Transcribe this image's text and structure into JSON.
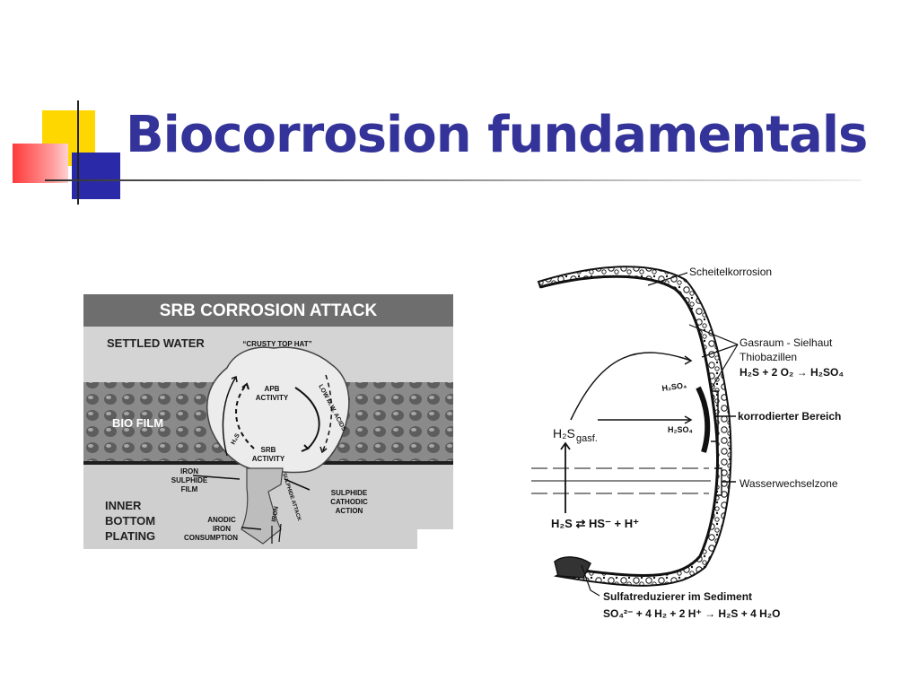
{
  "slide": {
    "title": "Biocorrosion fundamentals"
  },
  "srb_figure": {
    "heading": "SRB CORROSION ATTACK",
    "settled_water": "SETTLED WATER",
    "crusty_top_hat": "“CRUSTY TOP HAT”",
    "apb_line1": "APB",
    "apb_line2": "ACTIVITY",
    "low_mw_acids": "LOW M.W. ACIDS",
    "h2s": "H₂S",
    "bio_film": "BIO FILM",
    "srb_line1": "SRB",
    "srb_line2": "ACTIVITY",
    "iron_sulphide_film": [
      "IRON",
      "SULPHIDE",
      "FILM"
    ],
    "sulphide_attack": "SULPHIDE ATTACK",
    "sulphide_cathodic_action": [
      "SULPHIDE",
      "CATHODIC",
      "ACTION"
    ],
    "inner_bottom_plating": [
      "INNER",
      "BOTTOM",
      "PLATING"
    ],
    "anodic_iron_consumption": [
      "ANODIC",
      "IRON",
      "CONSUMPTION"
    ],
    "iron": "IRON"
  },
  "sewer_figure": {
    "scheitelkorrosion": "Scheitelkorrosion",
    "gasraum": "Gasraum - Sielhaut",
    "thiobazillen": "Thiobazillen",
    "eq_top": "H₂S + 2 O₂ → H₂SO₄",
    "h2so4_a": "H₂SO₄",
    "h2so4_b": "H₂SO₄",
    "korrodierter": "korrodierter Bereich",
    "h2s_gasf": "H₂S",
    "gasf_sub": "gasf.",
    "wasserwechselzone": "Wasserwechselzone",
    "eq_left": "H₂S ⇄ HS⁻ + H⁺",
    "sulfatreduzierer": "Sulfatreduzierer im Sediment",
    "eq_bottom": "SO₄²⁻ + 4 H₂ + 2 H⁺ → H₂S + 4 H₂O"
  }
}
